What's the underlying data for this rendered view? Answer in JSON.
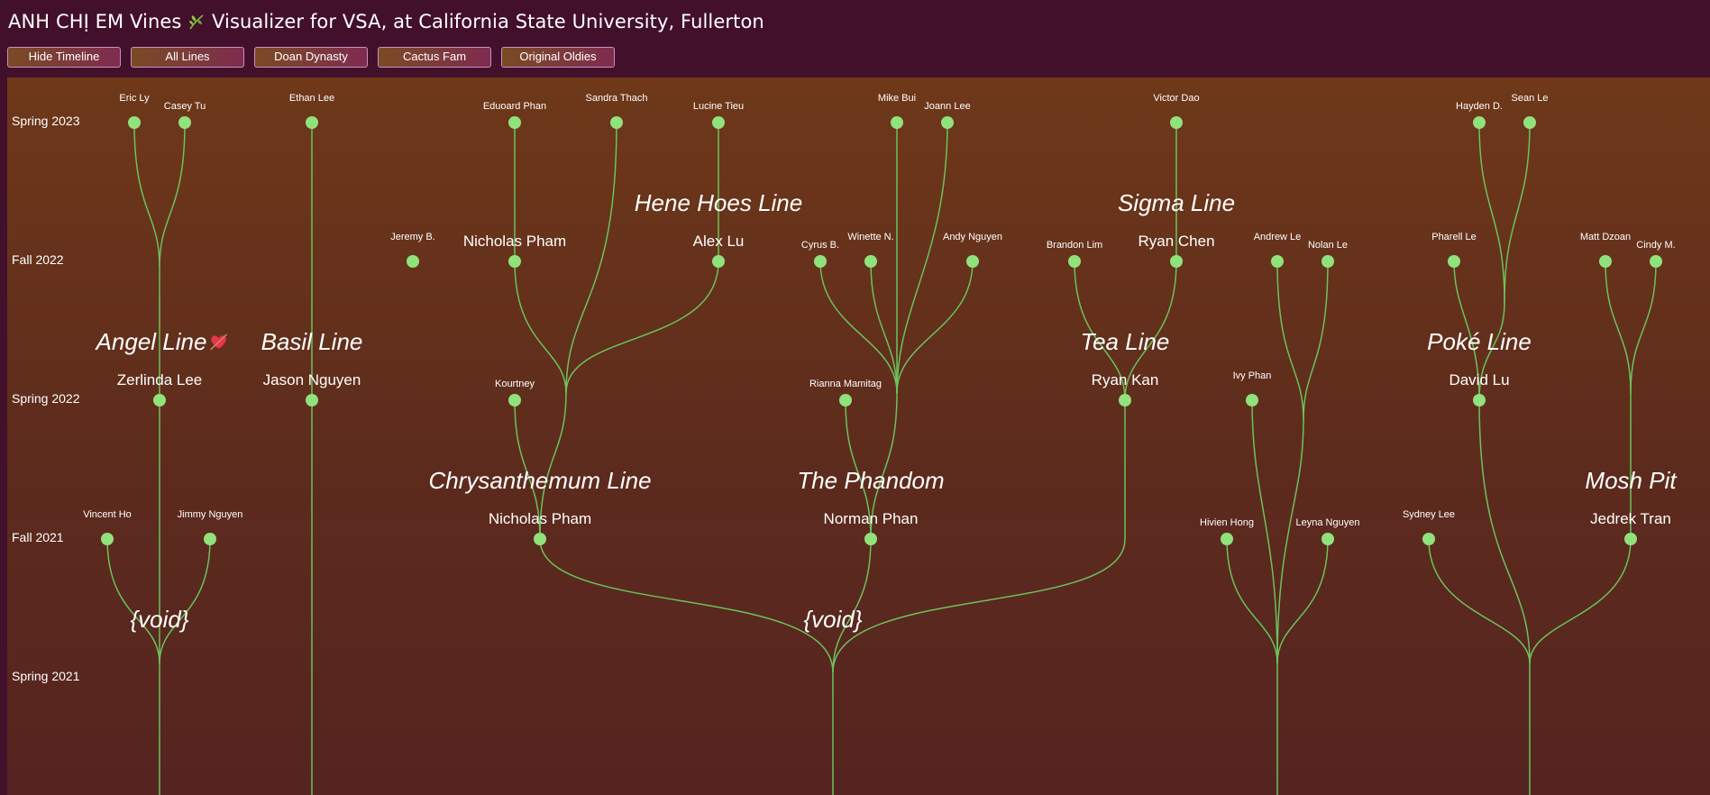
{
  "header": {
    "title": "ANH CHỊ EM Vines",
    "subtitle": "Visualizer for VSA, at California State University, Fullerton",
    "icon": "leaf-icon"
  },
  "toolbar": {
    "buttons": [
      "Hide Timeline",
      "All Lines",
      "Doan Dynasty",
      "Cactus Fam",
      "Original Oldies"
    ]
  },
  "colors": {
    "background": "#42102b",
    "canvas_top": "#6e3819",
    "canvas_bottom": "#552420",
    "node": "#90e27c",
    "link": "#6cc25a"
  },
  "timeline": [
    "Spring 2023",
    "Fall 2022",
    "Spring 2022",
    "Fall 2021",
    "Spring 2021"
  ],
  "names": {
    "small": [
      "Eric Ly",
      "Casey Tu",
      "Ethan Lee",
      "Eduoard Phan",
      "Sandra Thach",
      "Lucine Tieu",
      "Mike Bui",
      "Joann Lee",
      "Victor Dao",
      "Hayden D.",
      "Sean Le",
      "Jeremy B.",
      "Cyrus B.",
      "Winette N.",
      "Andy Nguyen",
      "Brandon Lim",
      "Andrew Le",
      "Nolan Le",
      "Pharell Le",
      "Matt Dzoan",
      "Cindy M.",
      "Kourtney",
      "Rianna Mamitag",
      "Ivy Phan",
      "Vincent Ho",
      "Jimmy Nguyen",
      "Hivien Hong",
      "Leyna Nguyen",
      "Sydney Lee"
    ],
    "large": [
      "Nicholas Pham",
      "Alex Lu",
      "Ryan Chen",
      "Zerlinda Lee",
      "Jason Nguyen",
      "Ryan Kan",
      "David Lu",
      "Nicholas Pham",
      "Norman Phan",
      "Jedrek Tran"
    ]
  },
  "lines": [
    "Angel Line",
    "Basil Line",
    "Hene Hoes Line",
    "Sigma Line",
    "Tea Line",
    "Poké Line",
    "Chrysanthemum Line",
    "The Phandom",
    "Mosh Pit",
    "{void}",
    "{void}"
  ]
}
